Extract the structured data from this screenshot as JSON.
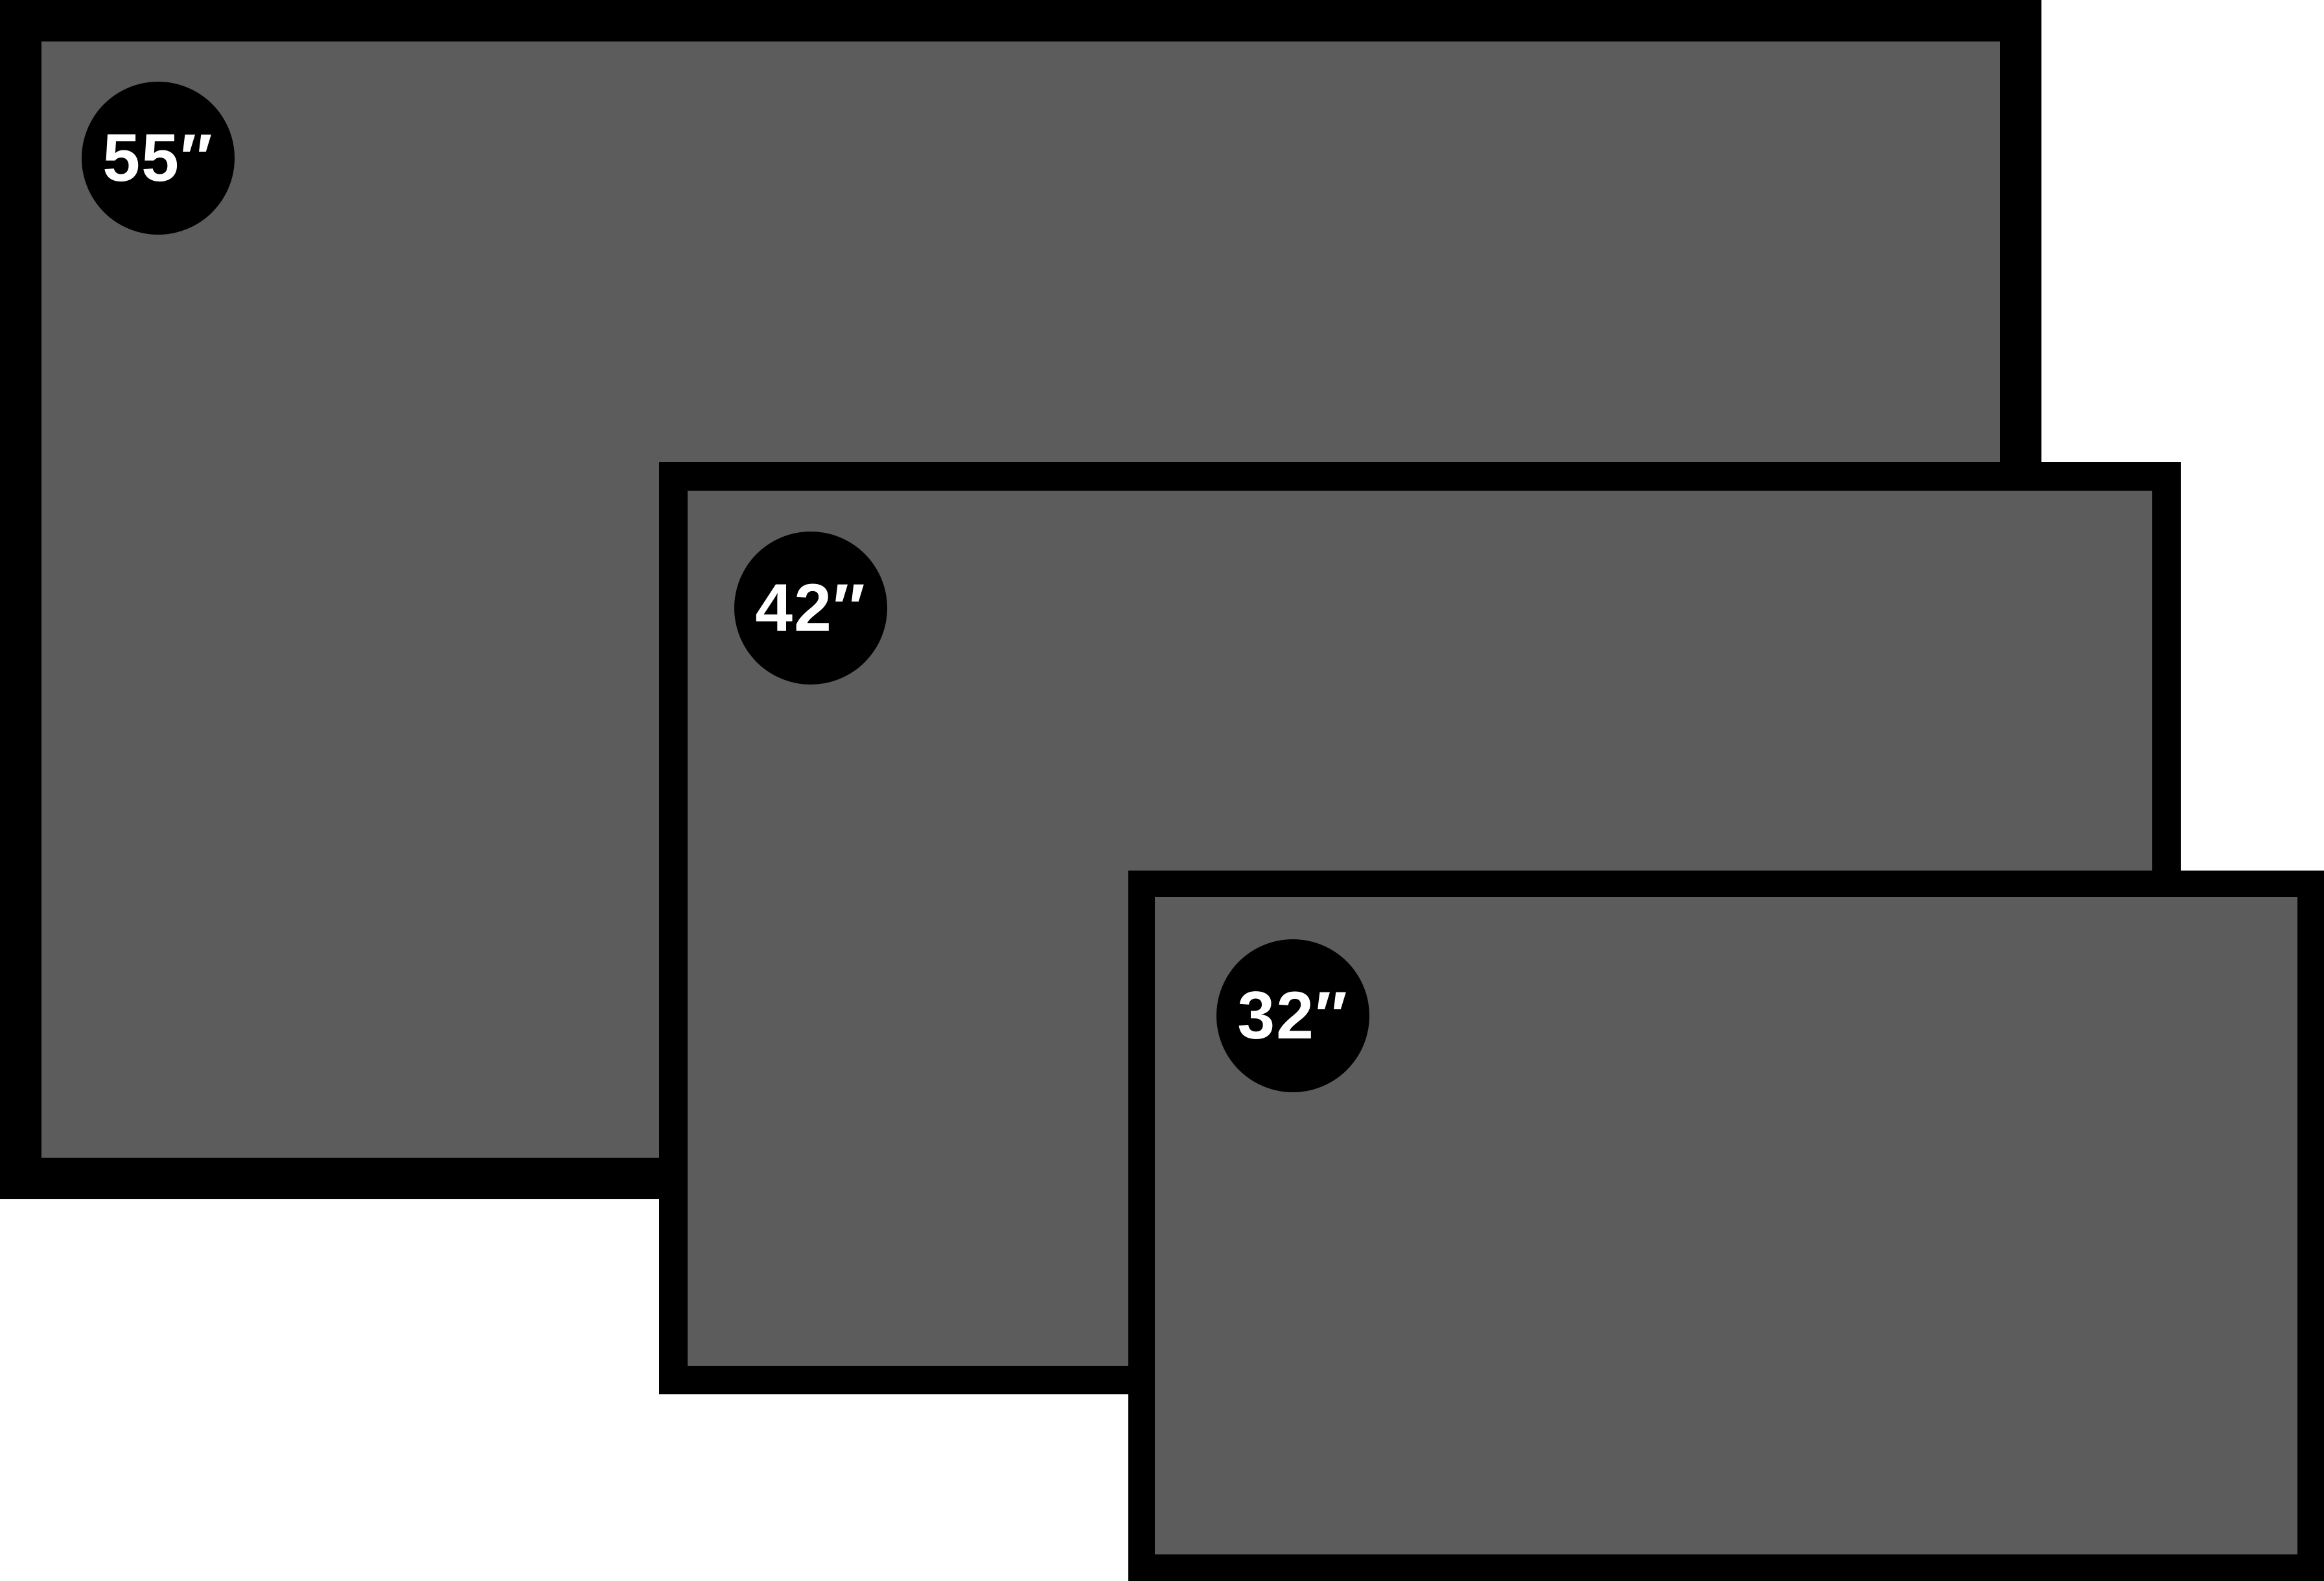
{
  "screens": [
    {
      "size_label": "55″"
    },
    {
      "size_label": "42″"
    },
    {
      "size_label": "32″"
    }
  ],
  "colors": {
    "frame": "#000000",
    "panel": "#5c5c5c",
    "background": "#ffffff",
    "badge_text": "#ffffff"
  }
}
